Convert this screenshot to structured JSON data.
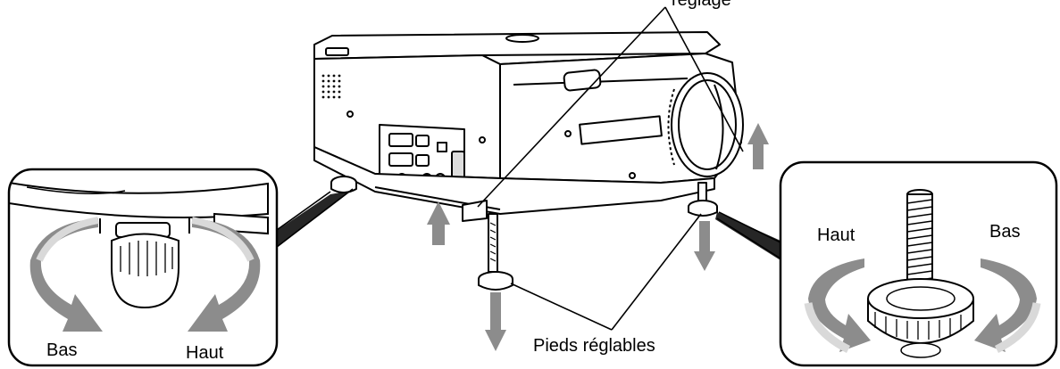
{
  "labels": {
    "top_callout_partial": "réglage",
    "left_inset_down": "Bas",
    "left_inset_up": "Haut",
    "feet": "Pieds réglables",
    "right_inset_up": "Haut",
    "right_inset_down": "Bas"
  },
  "colors": {
    "line": "#000000",
    "arrow_gray": "#8c8c8c",
    "arrow_light": "#d9d9d9",
    "body_fill": "#ffffff",
    "panel_fill": "#f2f2f2"
  }
}
